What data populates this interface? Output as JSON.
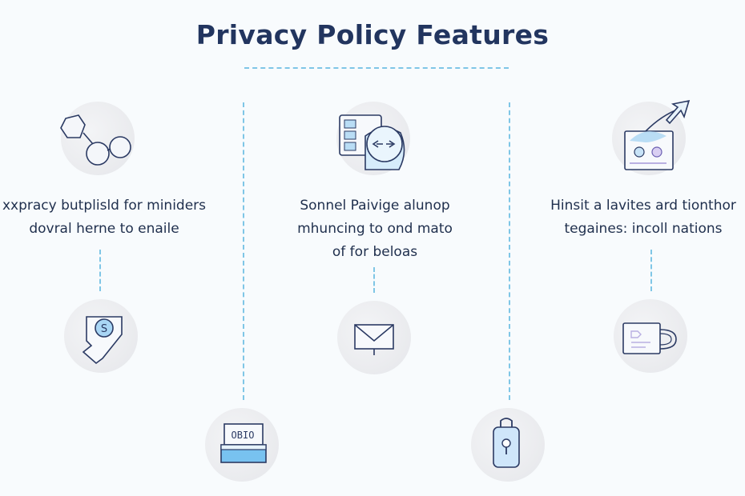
{
  "title": "Privacy Policy Features",
  "columns": [
    {
      "lines": [
        "xxpracy butplisld for miniders",
        "dovral herne to enaile"
      ]
    },
    {
      "lines": [
        "Sonnel Paivige alunop",
        "mhuncing to ond mato",
        "of for beloas"
      ]
    },
    {
      "lines": [
        "Hinsit a lavites ard tionthor",
        "tegaines: incoll nations"
      ]
    }
  ],
  "icons": {
    "left_top": "linked-circles-icon",
    "center_top": "window-shield-exchange-icon",
    "right_top": "image-upload-arrow-icon",
    "left_mid": "shield-badge-icon",
    "center_mid": "envelope-icon",
    "right_mid": "mug-icon",
    "bottom_left": "card-device-icon",
    "bottom_right": "padlock-bag-icon"
  },
  "colors": {
    "accent": "#7fc6e6",
    "dark": "#2b3a63",
    "fill": "#b9ddf5"
  }
}
